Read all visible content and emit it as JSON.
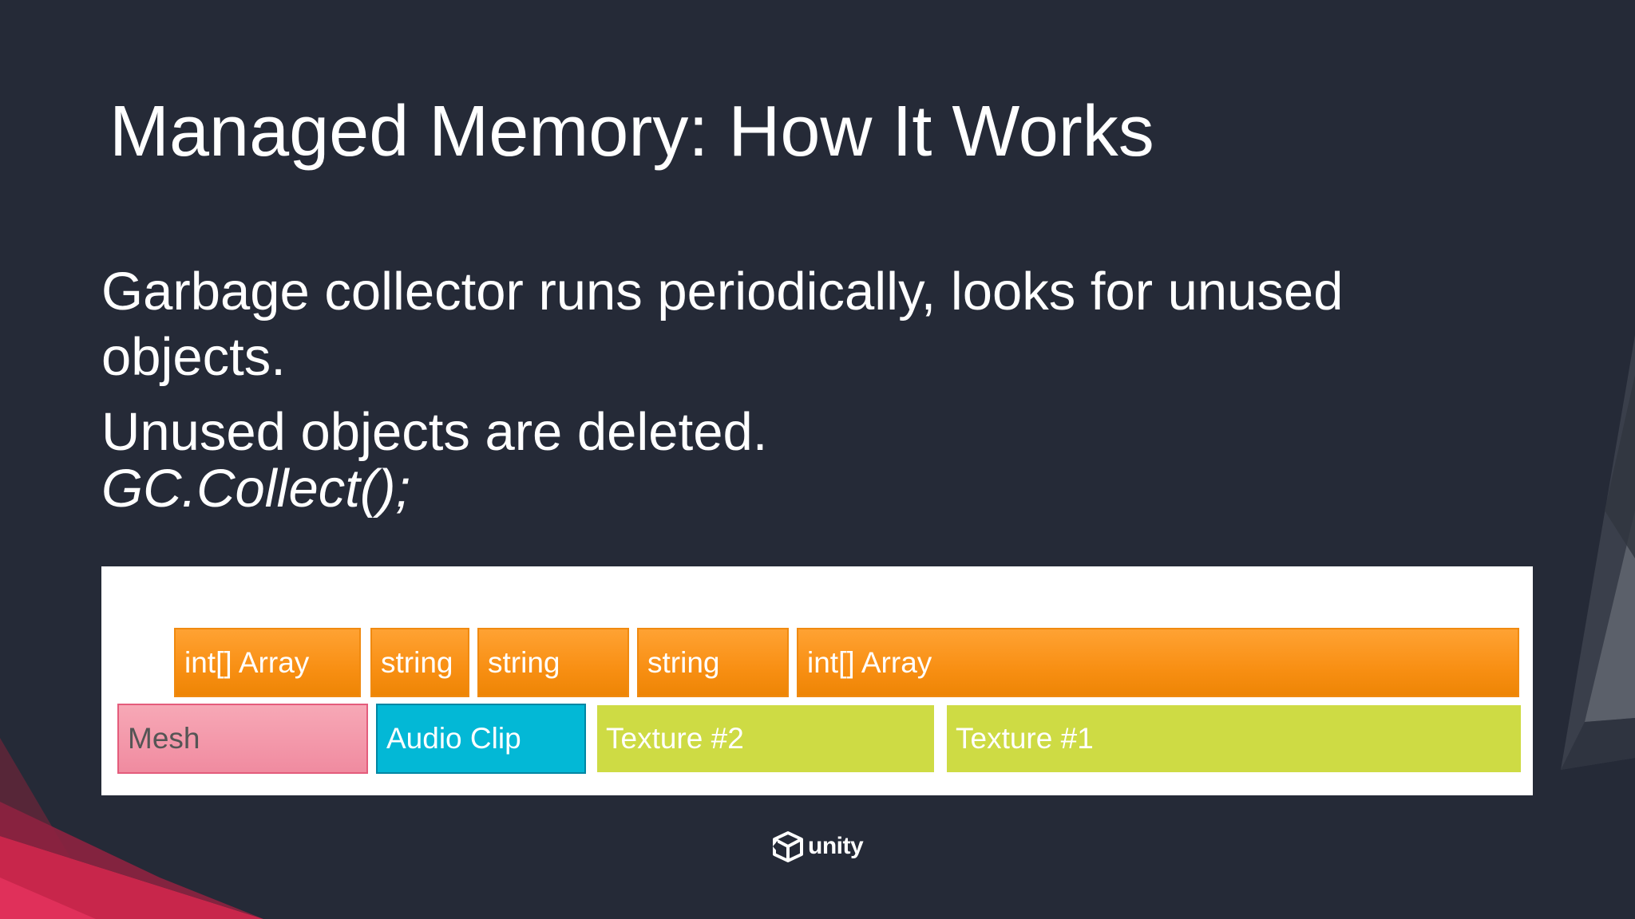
{
  "slide": {
    "title": "Managed Memory: How It Works",
    "bullets": [
      "Garbage collector runs periodically, looks for unused objects.",
      "Unused objects are deleted."
    ],
    "code": "GC.Collect();"
  },
  "diagram": {
    "top_row": [
      {
        "label": "int[] Array",
        "color": "#f7931e"
      },
      {
        "label": "string",
        "color": "#f7931e"
      },
      {
        "label": "string",
        "color": "#f7931e"
      },
      {
        "label": "string",
        "color": "#f7931e"
      },
      {
        "label": "int[] Array",
        "color": "#f7931e"
      }
    ],
    "bottom_row": [
      {
        "label": "Mesh",
        "color": "#f299ad"
      },
      {
        "label": "Audio Clip",
        "color": "#03b8d6"
      },
      {
        "label": "Texture #2",
        "color": "#cedb44"
      },
      {
        "label": "Texture #1",
        "color": "#cedb44"
      }
    ]
  },
  "footer": {
    "logo_icon": "unity-cube-icon",
    "logo_text": "unity"
  },
  "colors": {
    "background": "#252a37",
    "accent": "#c8264b"
  }
}
